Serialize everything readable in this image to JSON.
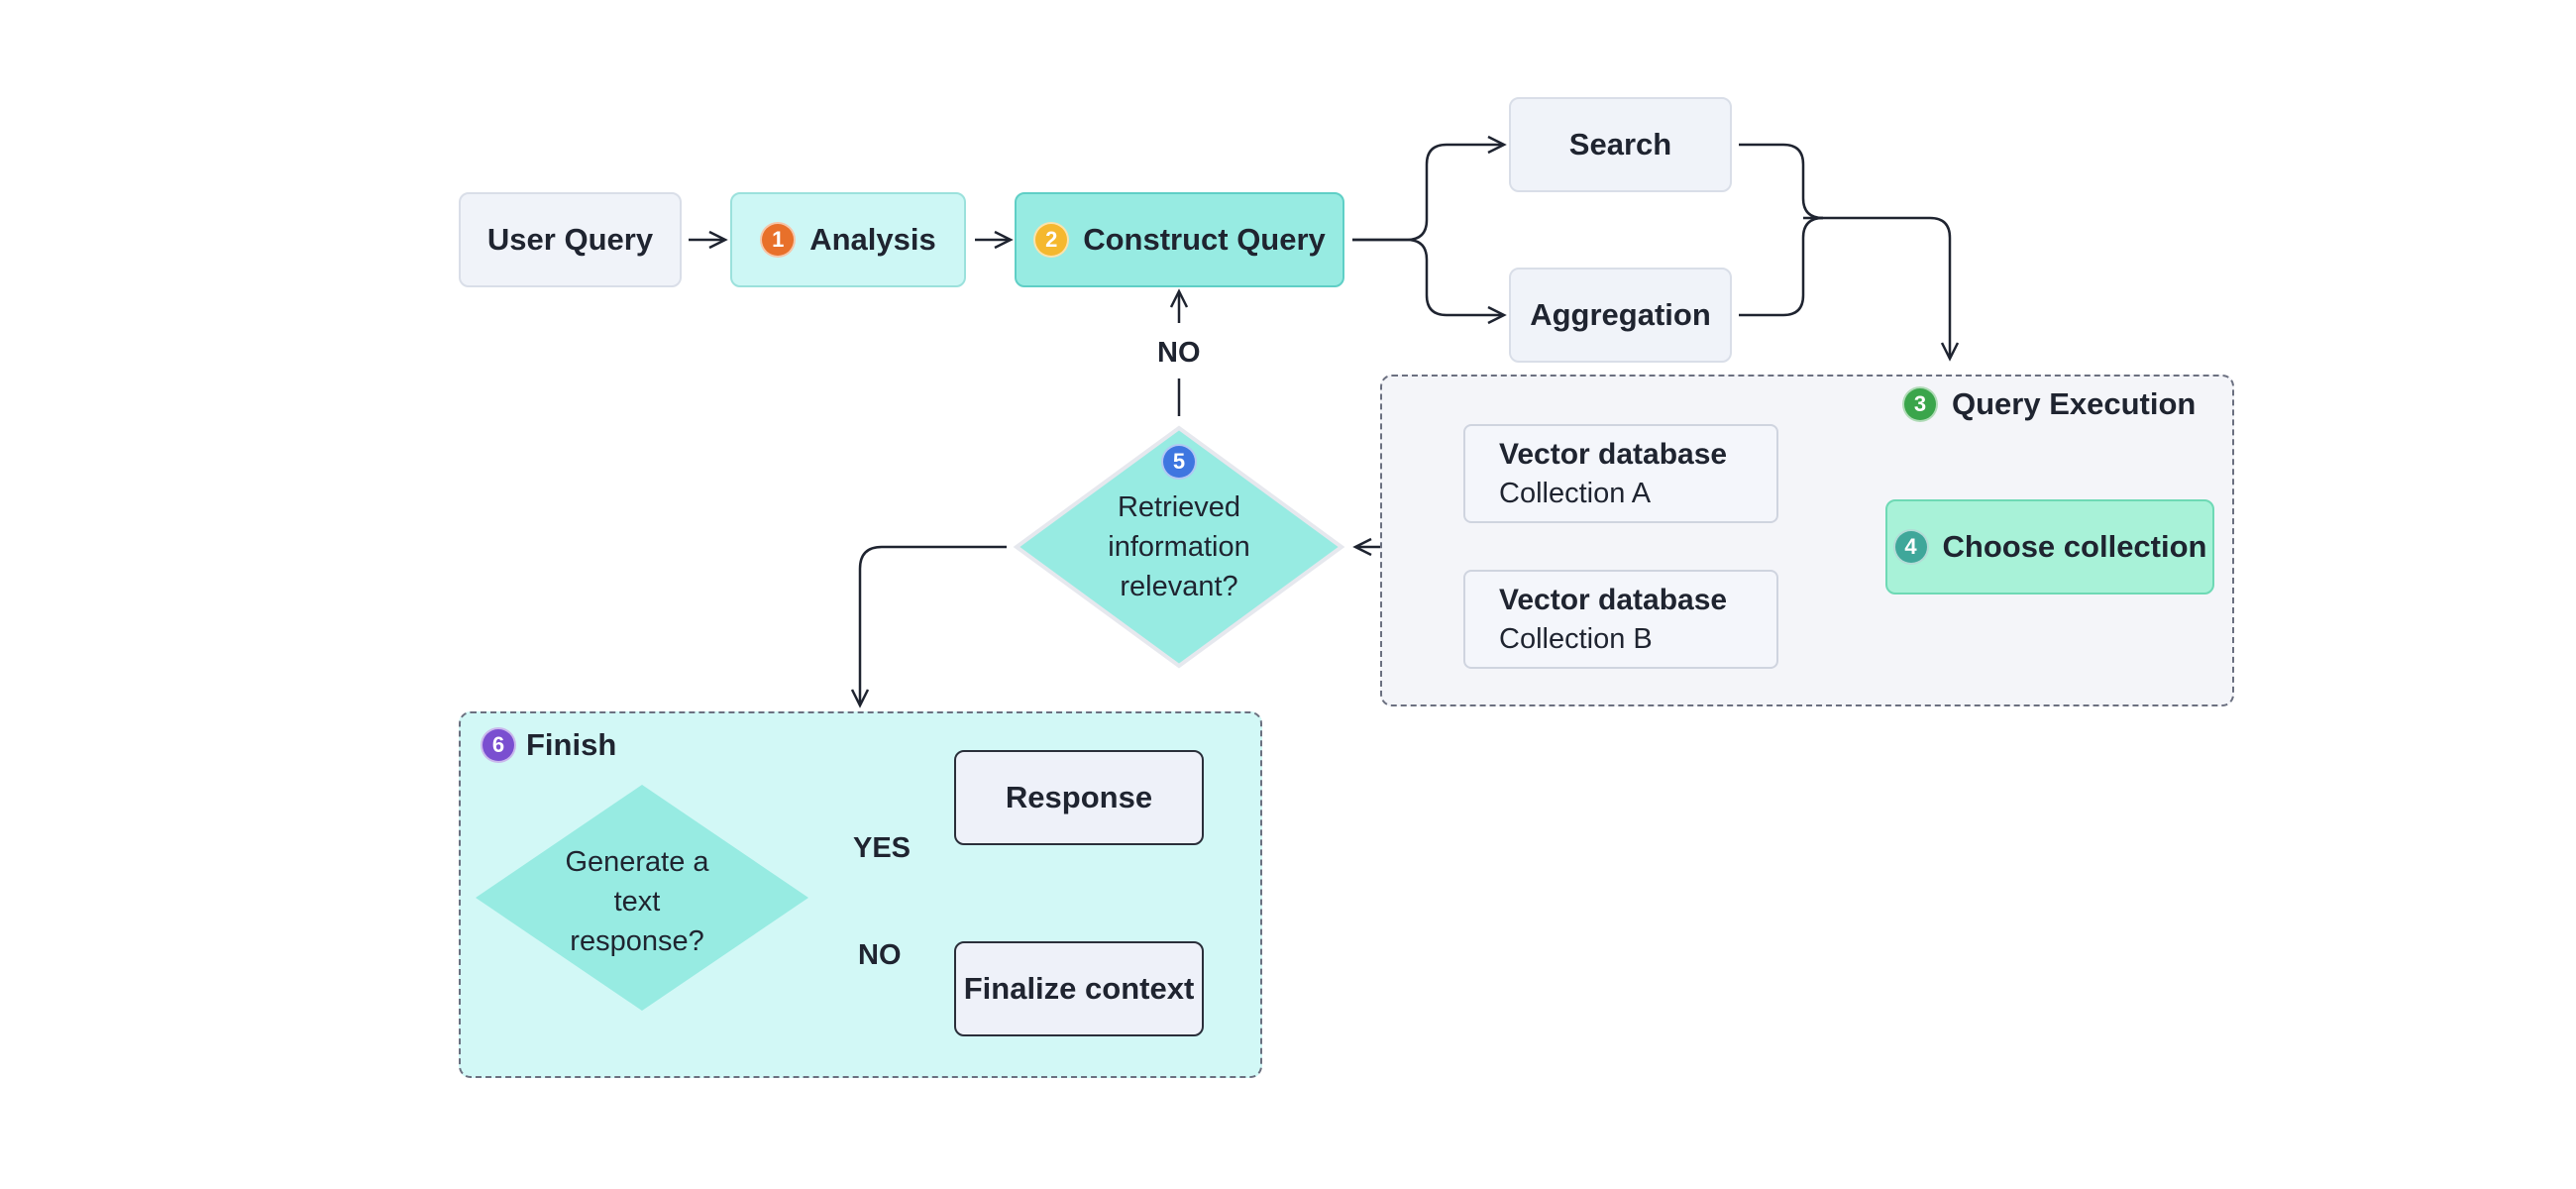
{
  "nodes": {
    "user_query": "User Query",
    "analysis": "Analysis",
    "construct_query": "Construct Query",
    "search": "Search",
    "aggregation": "Aggregation",
    "choose_collection": "Choose collection",
    "response": "Response",
    "finalize_context": "Finalize context"
  },
  "badges": {
    "analysis": "1",
    "construct_query": "2",
    "query_execution": "3",
    "choose_collection": "4",
    "relevance": "5",
    "finish": "6"
  },
  "badge_colors": {
    "analysis": "#e8702a",
    "construct_query": "#f5b82e",
    "query_execution": "#3aa54b",
    "choose_collection": "#3fa79a",
    "relevance": "#3e76e0",
    "finish": "#7a4fd0"
  },
  "groups": {
    "query_execution": "Query Execution",
    "finish": "Finish"
  },
  "vector_dbs": [
    {
      "title": "Vector database",
      "subtitle": "Collection A"
    },
    {
      "title": "Vector database",
      "subtitle": "Collection B"
    }
  ],
  "decisions": {
    "relevance_line1": "Retrieved",
    "relevance_line2": "information",
    "relevance_line3": "relevant?",
    "generate_line1": "Generate a",
    "generate_line2": "text",
    "generate_line3": "response?"
  },
  "edge_labels": {
    "no_top": "NO",
    "yes": "YES",
    "no_bottom": "NO"
  }
}
